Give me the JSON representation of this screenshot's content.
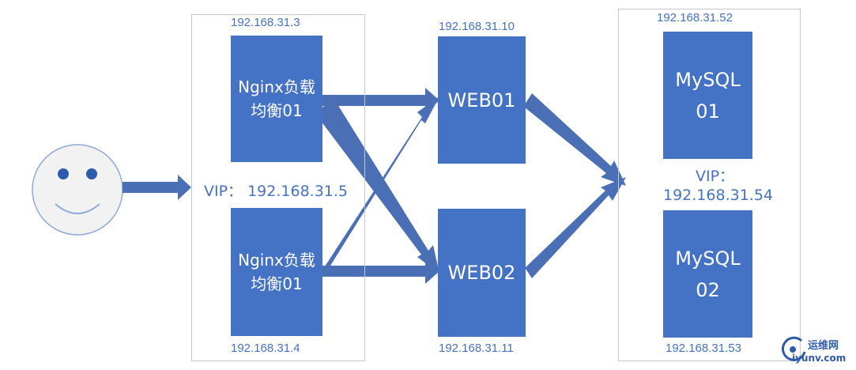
{
  "nginx_group": {
    "top_ip": "192.168.31.3",
    "bottom_ip": "192.168.31.4",
    "vip": "VIP： 192.168.31.5",
    "node1_label": "Nginx负载\n均衡01",
    "node2_label": "Nginx负载\n均衡01"
  },
  "web": {
    "web01_ip": "192.168.31.10",
    "web02_ip": "192.168.31.11",
    "web01_label": "WEB01",
    "web02_label": "WEB02"
  },
  "mysql_group": {
    "top_ip": "192.168.31.52",
    "bottom_ip": "192.168.31.53",
    "vip_line1": "VIP：",
    "vip_line2": "192.168.31.54",
    "node1_label": "MySQL\n01",
    "node2_label": "MySQL\n02"
  },
  "watermark": {
    "text1": "运维网",
    "text2": "iyunv.com"
  },
  "colors": {
    "box_fill": "#4472c4",
    "arrow_fill": "#4a6fb5",
    "text_blue": "#4472c4",
    "group_border": "#c8c8c8"
  }
}
